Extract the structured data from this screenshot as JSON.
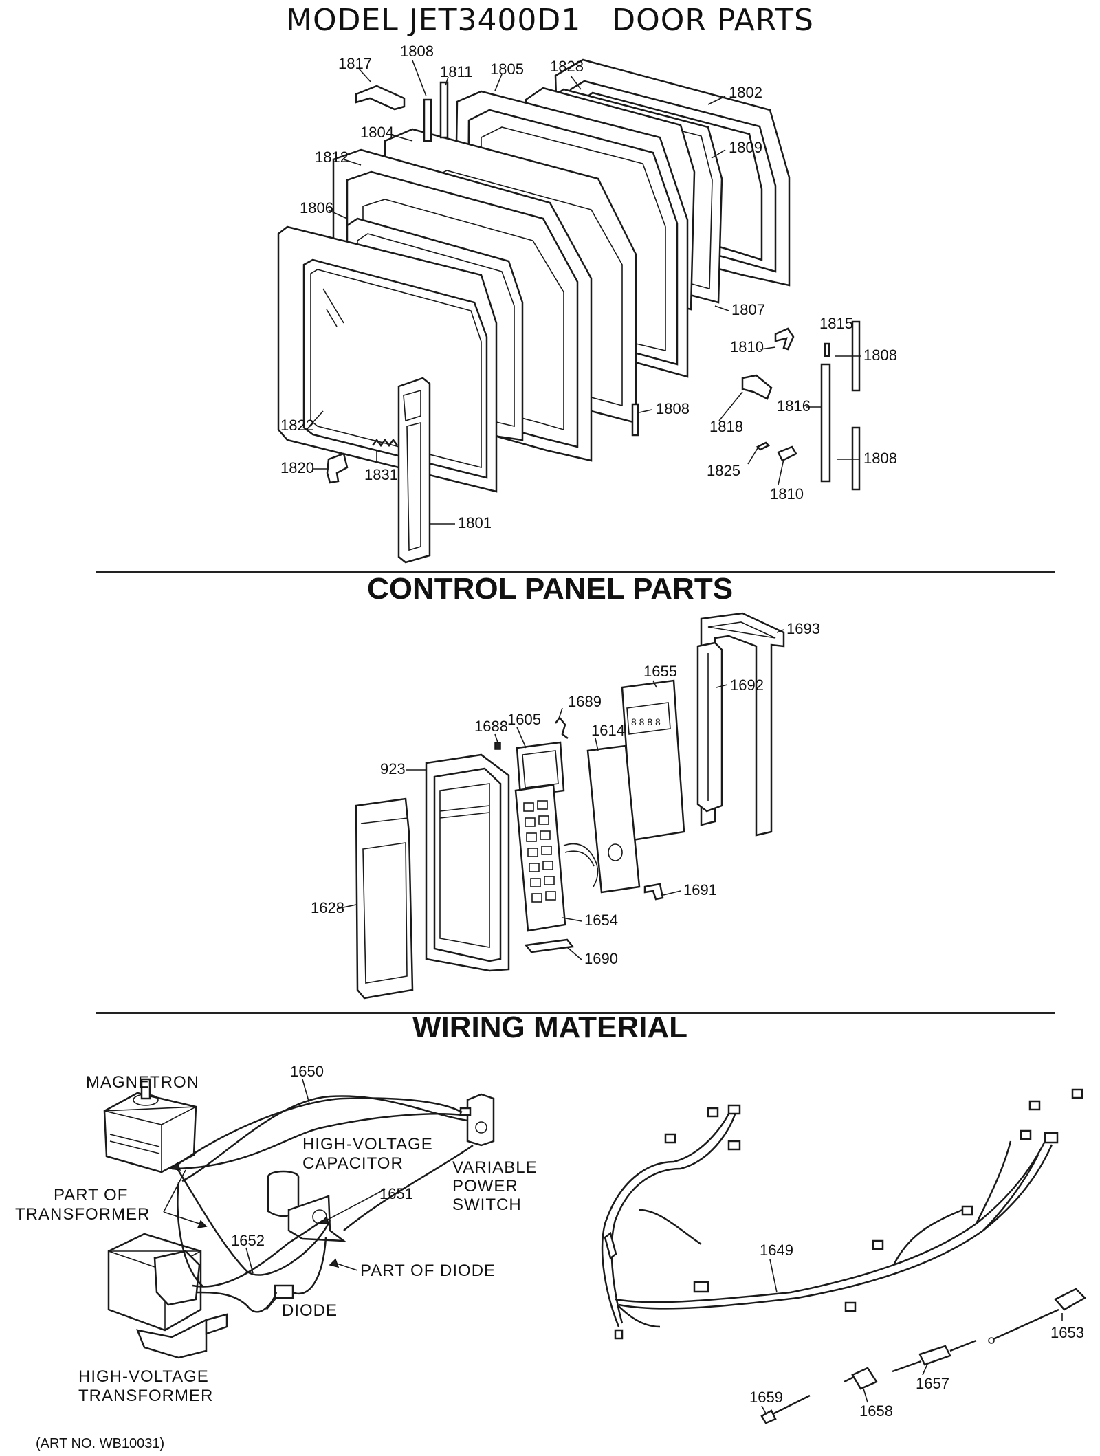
{
  "sections": {
    "door": {
      "title": "MODEL JET3400D1   DOOR PARTS"
    },
    "control": {
      "title": "CONTROL PANEL PARTS"
    },
    "wiring": {
      "title": "WIRING MATERIAL"
    }
  },
  "door_labels": [
    "1817",
    "1808",
    "1811",
    "1805",
    "1828",
    "1802",
    "1804",
    "1809",
    "1812",
    "1806",
    "1807",
    "1810",
    "1815",
    "1808",
    "1808",
    "1816",
    "1818",
    "1822",
    "1820",
    "1831",
    "1825",
    "1810",
    "1808",
    "1801"
  ],
  "control_labels": [
    "1693",
    "1655",
    "1692",
    "1689",
    "1688",
    "1605",
    "1614",
    "923",
    "1691",
    "1628",
    "1654",
    "1690"
  ],
  "wiring_labels": [
    "1650",
    "1651",
    "1652",
    "1649",
    "1653",
    "1657",
    "1659",
    "1658"
  ],
  "wiring_captions": {
    "magnetron": "MAGNETRON",
    "capacitor_1": "HIGH-VOLTAGE",
    "capacitor_2": "CAPACITOR",
    "switch_1": "VARIABLE",
    "switch_2": "POWER",
    "switch_3": "SWITCH",
    "part_transformer_1": "PART OF",
    "part_transformer_2": "TRANSFORMER",
    "part_diode": "PART OF DIODE",
    "diode": "DIODE",
    "transformer_1": "HIGH-VOLTAGE",
    "transformer_2": "TRANSFORMER"
  },
  "art_number": "(ART NO. WB10031)"
}
